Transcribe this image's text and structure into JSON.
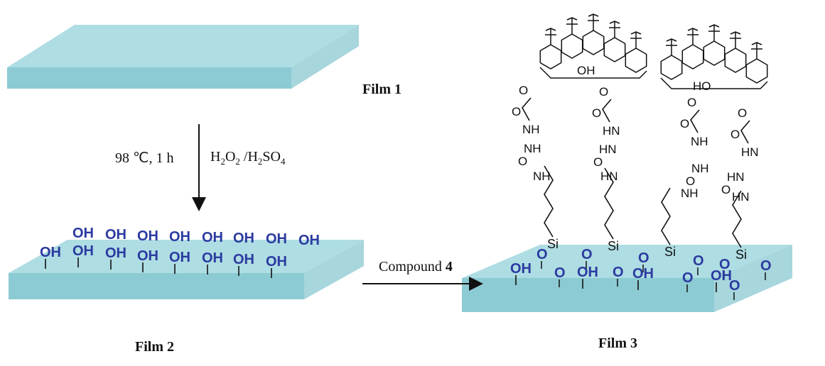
{
  "labels": {
    "film1": "Film 1",
    "film2": "Film 2",
    "film3": "Film 3"
  },
  "step1": {
    "condition": "98 ℃, 1 h",
    "reagent_parts": [
      "H",
      "2",
      "O",
      "2",
      " /H",
      "2",
      "SO",
      "4"
    ]
  },
  "step2": {
    "reagent": "Compound ",
    "reagent_number": "4"
  },
  "groups": {
    "hydroxyl": "OH",
    "oxygen": "O",
    "silicon": "Si",
    "nh": "NH",
    "hn": "HN",
    "ho": "HO"
  },
  "colors": {
    "plate_top": "#aedde3",
    "plate_side": "#8ccbd3",
    "hydroxyl_text": "#2b3aa0"
  }
}
